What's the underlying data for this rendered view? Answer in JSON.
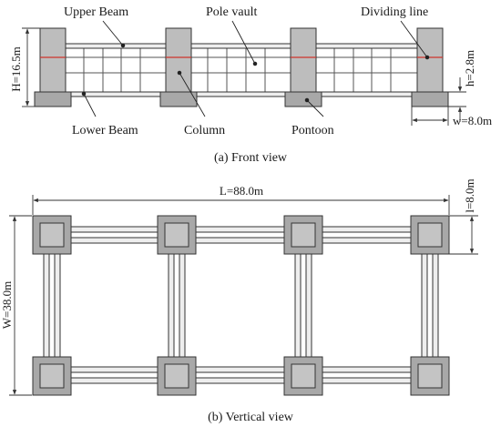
{
  "front_view": {
    "caption": "(a) Front view",
    "labels": {
      "upper_beam": "Upper Beam",
      "pole_vault": "Pole vault",
      "dividing_line": "Dividing line",
      "lower_beam": "Lower Beam",
      "column": "Column",
      "pontoon": "Pontoon"
    },
    "dimensions": {
      "H": "H=16.5m",
      "h": "h=2.8m",
      "w": "w=8.0m"
    }
  },
  "vertical_view": {
    "caption": "(b) Vertical view",
    "dimensions": {
      "L": "L=88.0m",
      "l": "l=8.0m",
      "W": "W=38.0m"
    }
  },
  "colors": {
    "column_fill": "#bdbdbd",
    "pontoon_fill": "#a8a8a8",
    "dividing_line": "#d0342c",
    "stroke": "#333333"
  }
}
